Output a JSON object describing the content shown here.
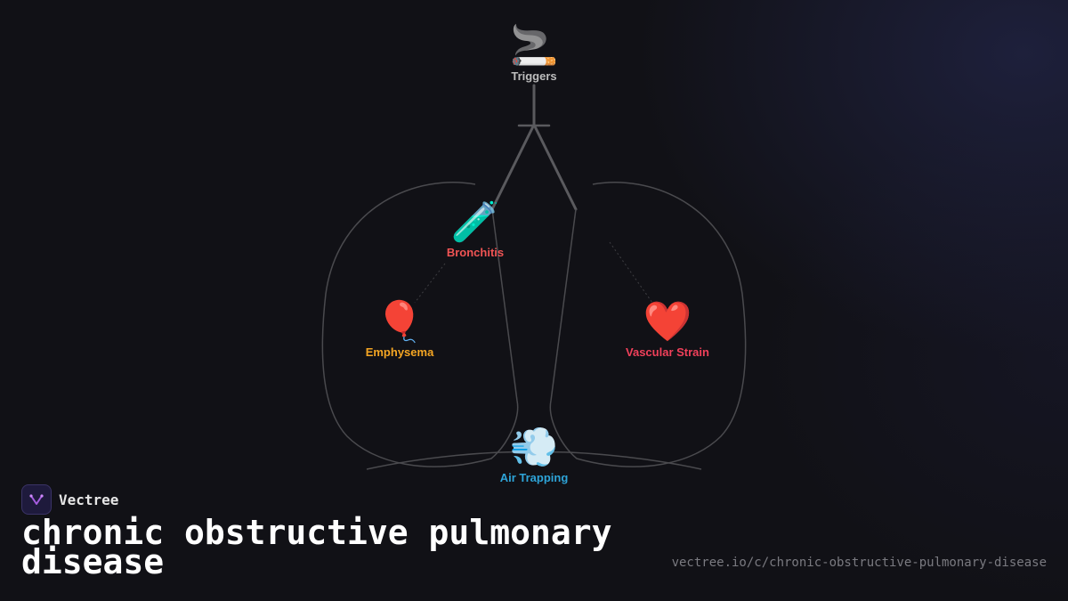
{
  "nodes": {
    "triggers": {
      "icon": "🚬",
      "label": "Triggers",
      "color": "#bdbdbd"
    },
    "bronchitis": {
      "icon": "🧪",
      "label": "Bronchitis",
      "color": "#f05454"
    },
    "emphysema": {
      "icon": "🎈",
      "label": "Emphysema",
      "color": "#f5a623"
    },
    "vascular": {
      "icon": "❤️",
      "label": "Vascular Strain",
      "color": "#f0405a"
    },
    "air_trapping": {
      "icon": "💨",
      "label": "Air Trapping",
      "color": "#2ea4d8"
    }
  },
  "brand": {
    "name": "Vectree",
    "logo_icon": "vectree-logo-icon"
  },
  "title": "chronic obstructive pulmonary disease",
  "url": "vectree.io/c/chronic-obstructive-pulmonary-disease"
}
